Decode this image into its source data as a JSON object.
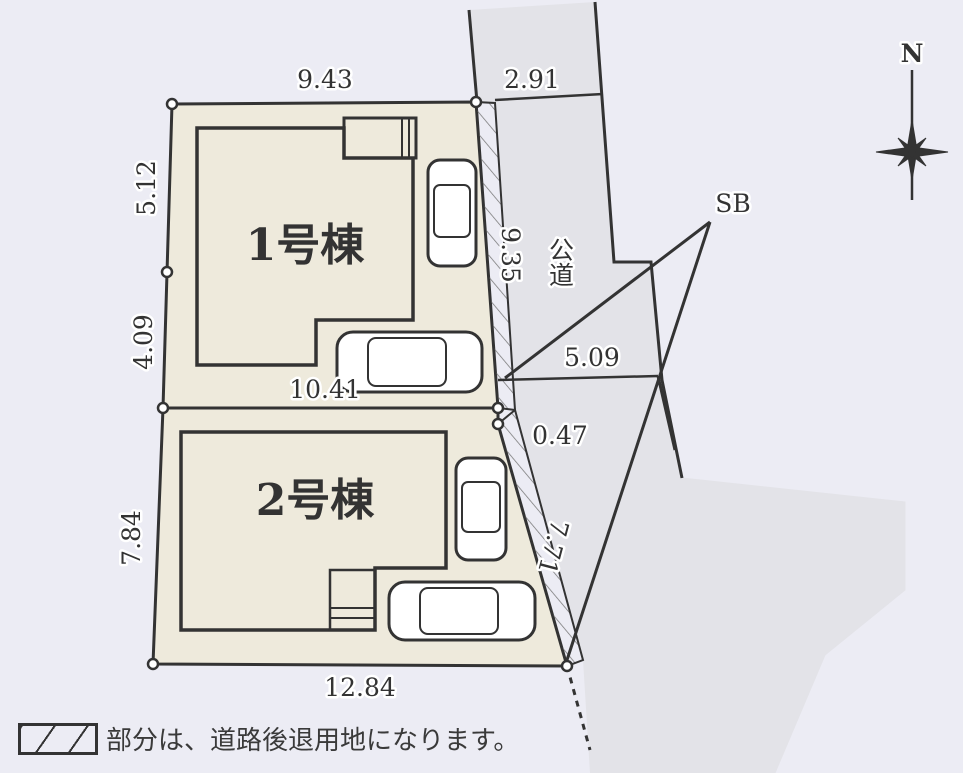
{
  "colors": {
    "background": "#ececf4",
    "lot": "#eeeadc",
    "road": "#e3e3e8",
    "line": "#333333"
  },
  "buildings": {
    "b1": "1号棟",
    "b2": "2号棟"
  },
  "road_label": "公道",
  "sb_label": "SB",
  "north_label": "N",
  "dimensions": {
    "top": "9.43",
    "road_top": "2.91",
    "left_upper": "5.12",
    "left_lower": "4.09",
    "lot1_bottom": "10.41",
    "lot1_right": "9.35",
    "road_mid": "5.09",
    "gap": "0.47",
    "lot2_left": "7.84",
    "lot2_right": "7.71",
    "lot2_bottom": "12.84"
  },
  "legend": "部分は、道路後退用地になります。"
}
